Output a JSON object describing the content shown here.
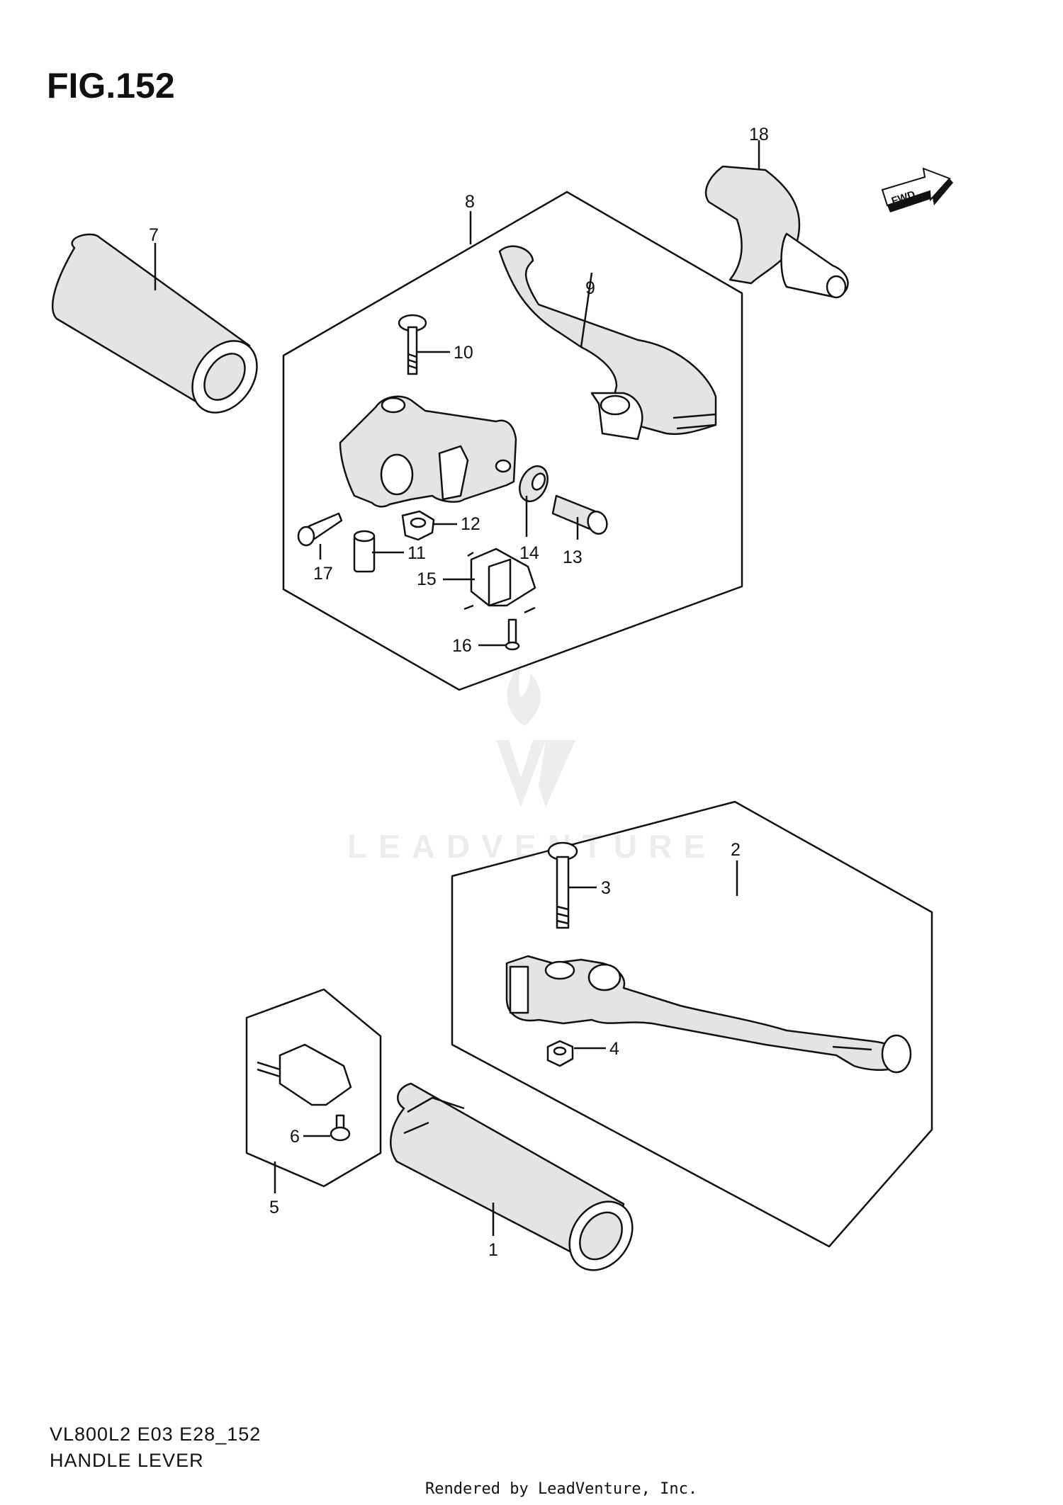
{
  "figure": {
    "title": "FIG.152"
  },
  "footer": {
    "model_code": "VL800L2 E03 E28_152",
    "assembly_name": "HANDLE LEVER",
    "rendered_by": "Rendered by LeadVenture, Inc."
  },
  "watermark": {
    "text": "LEADVENTURE"
  },
  "direction_arrow": {
    "text": "FWD"
  },
  "callouts": {
    "p1": "1",
    "p2": "2",
    "p3": "3",
    "p4": "4",
    "p5": "5",
    "p6": "6",
    "p7": "7",
    "p8": "8",
    "p9": "9",
    "p10": "10",
    "p11": "11",
    "p12": "12",
    "p13": "13",
    "p14": "14",
    "p15": "15",
    "p16": "16",
    "p17": "17",
    "p18": "18"
  }
}
